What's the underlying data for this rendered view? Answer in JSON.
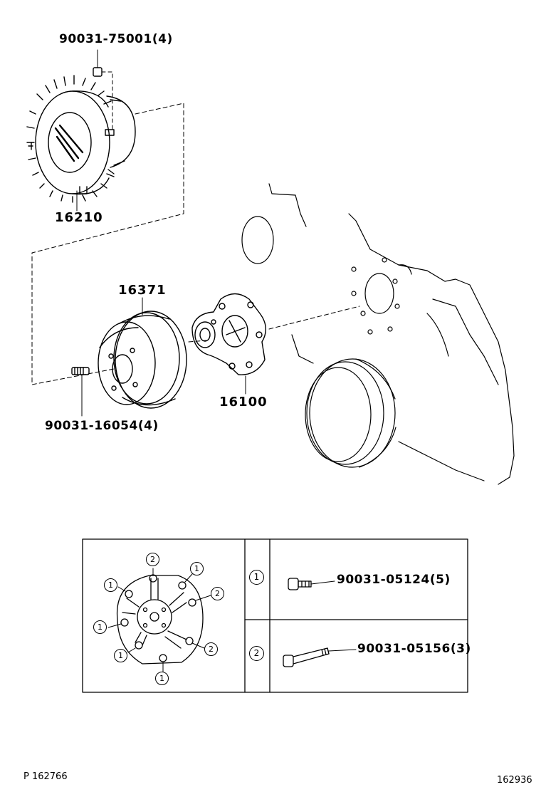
{
  "parts": {
    "fan_clutch_nut": "90031-75001(4)",
    "fan_clutch": "16210",
    "pulley": "16371",
    "stud": "90031-16054(4)",
    "water_pump": "16100"
  },
  "legend": {
    "bolt_1": {
      "marker": "1",
      "part_no": "90031-05124(5)"
    },
    "bolt_2": {
      "marker": "2",
      "part_no": "90031-05156(3)"
    },
    "hole_markers": [
      "2",
      "1",
      "1",
      "2",
      "1",
      "2",
      "1",
      "1"
    ]
  },
  "footer": {
    "left_code": "P 162766",
    "right_code": "162936"
  }
}
